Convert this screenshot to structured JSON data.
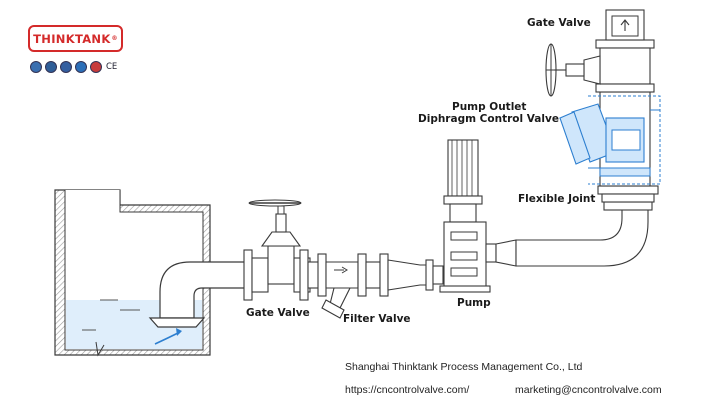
{
  "logo": {
    "brand": "THINKTANK",
    "reg_mark": "®",
    "cert_mark": "CE"
  },
  "labels": {
    "gate_valve_top": "Gate Valve",
    "pump_outlet_line1": "Pump Outlet",
    "pump_outlet_line2": "Diphragm Control Valve",
    "flexible_joint": "Flexible Joint",
    "gate_valve_bottom": "Gate Valve",
    "filter_valve": "Filter Valve",
    "pump": "Pump"
  },
  "footer": {
    "company": "Shanghai Thinktank Process Management Co., Ltd",
    "website": "https://cncontrolvalve.com/",
    "email": "marketing@cncontrolvalve.com"
  },
  "colors": {
    "brand_red": "#d42a2a",
    "outline": "#3a3a3a",
    "pipe_fill": "#ffffff",
    "tank_hatch": "#9a9a9a",
    "water_tint": "#dfeefb",
    "highlight_blue": "#2d7fd0",
    "highlight_fill": "#cfe6fb"
  },
  "icons": [
    "up-arrow-icon",
    "flow-arrow-icon",
    "water-flow-arrow-icon"
  ]
}
